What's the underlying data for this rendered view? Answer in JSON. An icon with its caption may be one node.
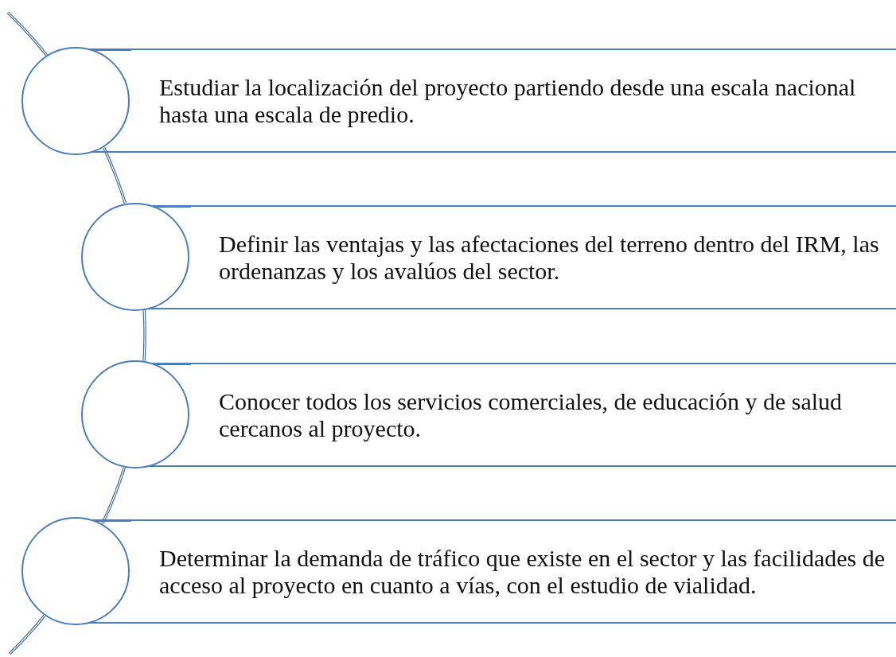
{
  "diagram": {
    "nodes": [
      {
        "text": [],
        "shape": "circle"
      },
      {
        "text": [
          "Estudiar la localización del proyecto partiendo desde una escala nacional hasta una escala de predio."
        ]
      },
      {
        "text": [],
        "shape": "circle"
      },
      {
        "text": [
          "Definir las ventajas y las afectaciones del terreno dentro del IRM, las ordenanzas y los avalúos del sector."
        ]
      },
      {
        "text": [],
        "shape": "circle"
      },
      {
        "text": [
          "Conocer todos los servicios comerciales, de educación y de salud cercanos al proyecto."
        ]
      },
      {
        "text": [],
        "shape": "circle"
      },
      {
        "text": [
          "Determinar la demanda de tráfico que existe en el sector y las facilidades de acceso al proyecto en cuanto a vías, con el estudio de vialidad."
        ]
      }
    ],
    "edges": [
      {
        "from": null,
        "to": 0,
        "arrow": "none"
      },
      {
        "from": 0,
        "to": 2,
        "arrow": "none"
      },
      {
        "from": 2,
        "to": 4,
        "arrow": "none"
      },
      {
        "from": 4,
        "to": 6,
        "arrow": "none"
      },
      {
        "from": 6,
        "to": null,
        "arrow": "none"
      }
    ]
  }
}
